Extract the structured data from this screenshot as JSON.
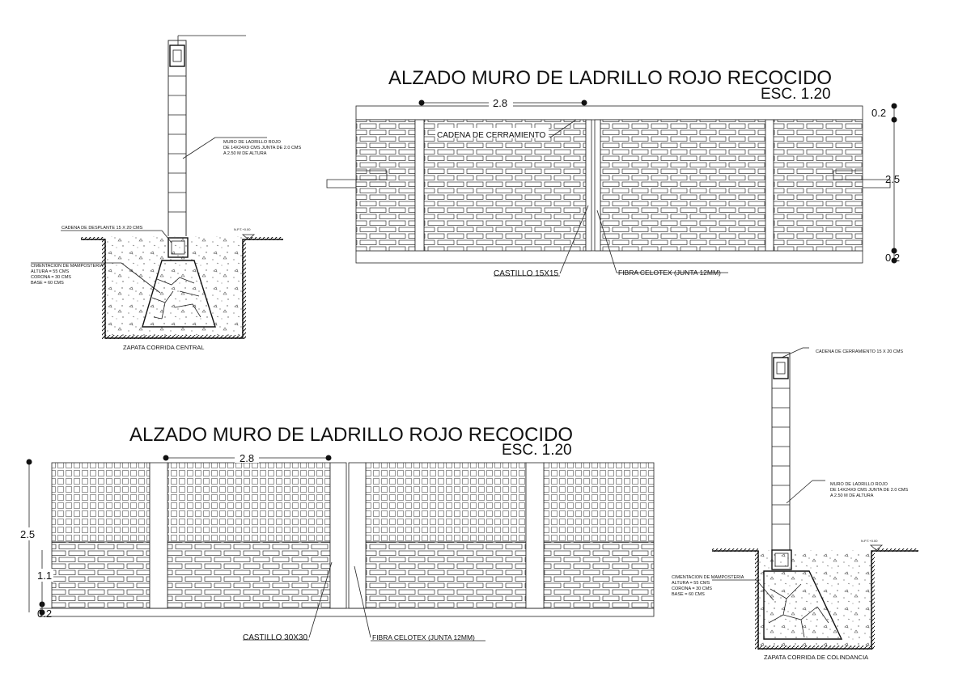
{
  "elevation_top": {
    "title": "ALZADO MURO DE LADRILLO ROJO RECOCIDO",
    "scale": "ESC. 1.20",
    "dim_span": "2.8",
    "dim_height": "2.5",
    "dim_top": "0.2",
    "dim_bottom": "0.2",
    "label_cadena": "CADENA DE CERRAMIENTO",
    "label_castillo": "CASTILLO 15X15",
    "label_fibra": "FIBRA CELOTEX  (JUNTA 12MM)"
  },
  "elevation_bottom": {
    "title": "ALZADO MURO DE LADRILLO ROJO RECOCIDO",
    "scale": "ESC. 1.20",
    "dim_span": "2.8",
    "dim_height": "2.5",
    "dim_mid": "1.1",
    "dim_base": "0.2",
    "label_castillo": "CASTILLO 30X30",
    "label_fibra": "FIBRA CELOTEX  (JUNTA 12MM)"
  },
  "section_central": {
    "caption": "ZAPATA CORRIDA CENTRAL",
    "muro_1": "MURO DE LADRILLO ROJO",
    "muro_2": "DE 14X24X9 CMS JUNTA DE 2.0 CMS",
    "muro_3": "A 2.50 M DE ALTURA",
    "cadena": "CADENA DE DESPLANTE 15 X 20 CMS",
    "npt": "N.P.T.+0.00",
    "cim_1": "CIMENTACION DE MAMPOSTERIA",
    "cim_2": "ALTURA = 55 CMS",
    "cim_3": "CORONA = 30 CMS",
    "cim_4": "BASE = 60 CMS"
  },
  "section_colindancia": {
    "caption": "ZAPATA CORRIDA DE COLINDANCIA",
    "cadena": "CADENA DE CERRAMIENTO 15 X 20 CMS",
    "muro_1": "MURO DE LADRILLO ROJO",
    "muro_2": "DE 14X24X9 CMS JUNTA DE 2.0 CMS",
    "muro_3": "A 2.50 M DE ALTURA",
    "npt": "N.P.T.+0.00",
    "cim_1": "CIMENTACION DE MAMPOSTERIA",
    "cim_2": "ALTURA = 55 CMS",
    "cim_3": "CORONA = 30 CMS",
    "cim_4": "BASE = 60 CMS"
  }
}
